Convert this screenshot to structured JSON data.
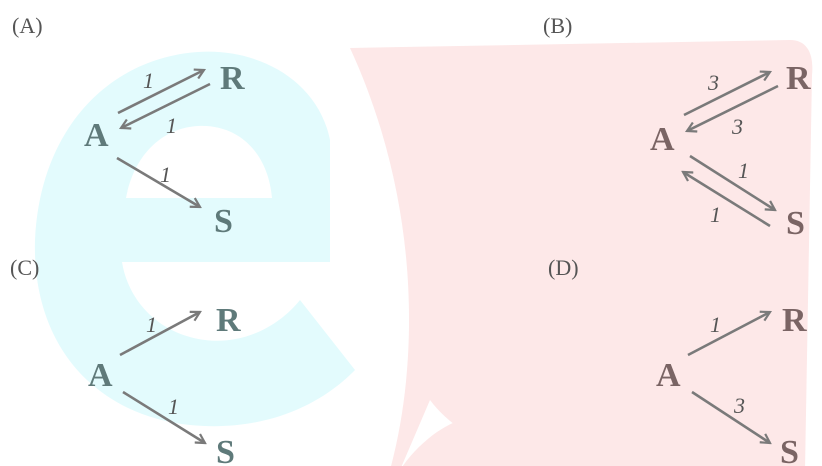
{
  "watermark": {
    "description": "es logo watermark",
    "e_color": "#e3fbfd",
    "s_color": "#fde8e8"
  },
  "colors": {
    "arrow": "#7a7a7a",
    "text_teal": "#5f7a7a",
    "text_brown": "#7a6464",
    "label": "#555555"
  },
  "options": [
    {
      "label": "(A)",
      "nodes": {
        "A": "A",
        "R": "R",
        "S": "S"
      },
      "rates": {
        "a_to_r": "1",
        "r_to_a": "1",
        "a_to_s": "1"
      }
    },
    {
      "label": "(B)",
      "nodes": {
        "A": "A",
        "R": "R",
        "S": "S"
      },
      "rates": {
        "a_to_r": "3",
        "r_to_a": "3",
        "a_to_s": "1",
        "s_to_a": "1"
      }
    },
    {
      "label": "(C)",
      "nodes": {
        "A": "A",
        "R": "R",
        "S": "S"
      },
      "rates": {
        "a_to_r": "1",
        "a_to_s": "1"
      }
    },
    {
      "label": "(D)",
      "nodes": {
        "A": "A",
        "R": "R",
        "S": "S"
      },
      "rates": {
        "a_to_r": "1",
        "a_to_s": "3"
      }
    }
  ]
}
